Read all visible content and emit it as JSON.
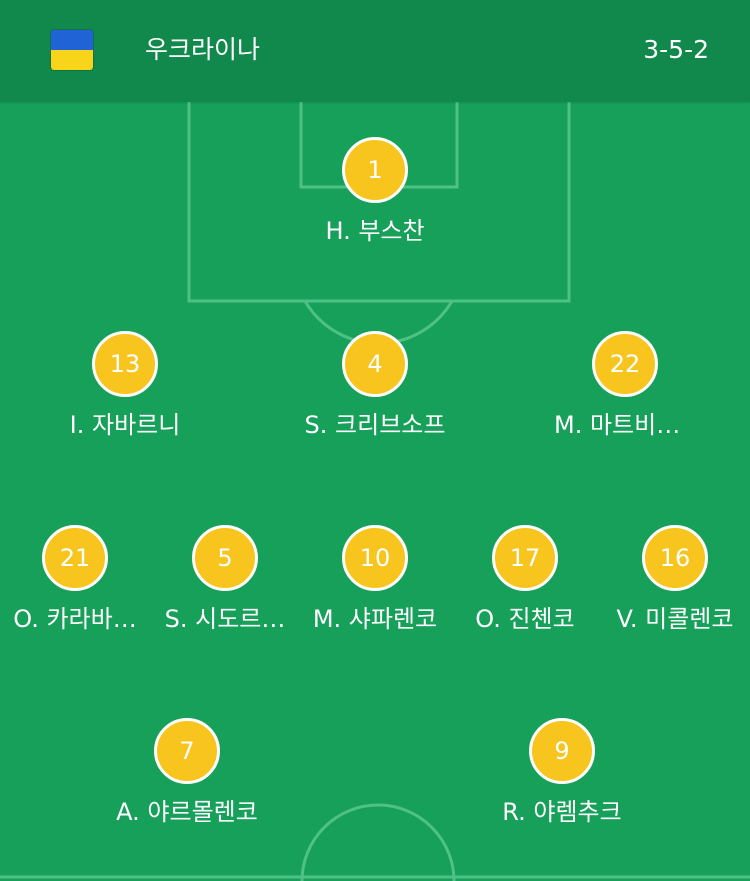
{
  "team": {
    "name": "우크라이나",
    "formation": "3-5-2",
    "flag_colors": [
      "#1f63d6",
      "#f8d51a"
    ]
  },
  "colors": {
    "pitch": "#16a05a",
    "header": "#12894c",
    "badge": "#f7c51e",
    "lines": "#4fc184"
  },
  "players": [
    {
      "number": "1",
      "name": "H. 부스찬"
    },
    {
      "number": "13",
      "name": "I. 자바르니"
    },
    {
      "number": "4",
      "name": "S. 크리브소프"
    },
    {
      "number": "22",
      "name": "M. 마트비옌코"
    },
    {
      "number": "21",
      "name": "O. 카라바…"
    },
    {
      "number": "5",
      "name": "S. 시도르…"
    },
    {
      "number": "10",
      "name": "M. 샤파렌코"
    },
    {
      "number": "17",
      "name": "O. 진첸코"
    },
    {
      "number": "16",
      "name": "V. 미콜렌코"
    },
    {
      "number": "7",
      "name": "A. 야르몰렌코"
    },
    {
      "number": "9",
      "name": "R. 야렘추크"
    }
  ]
}
